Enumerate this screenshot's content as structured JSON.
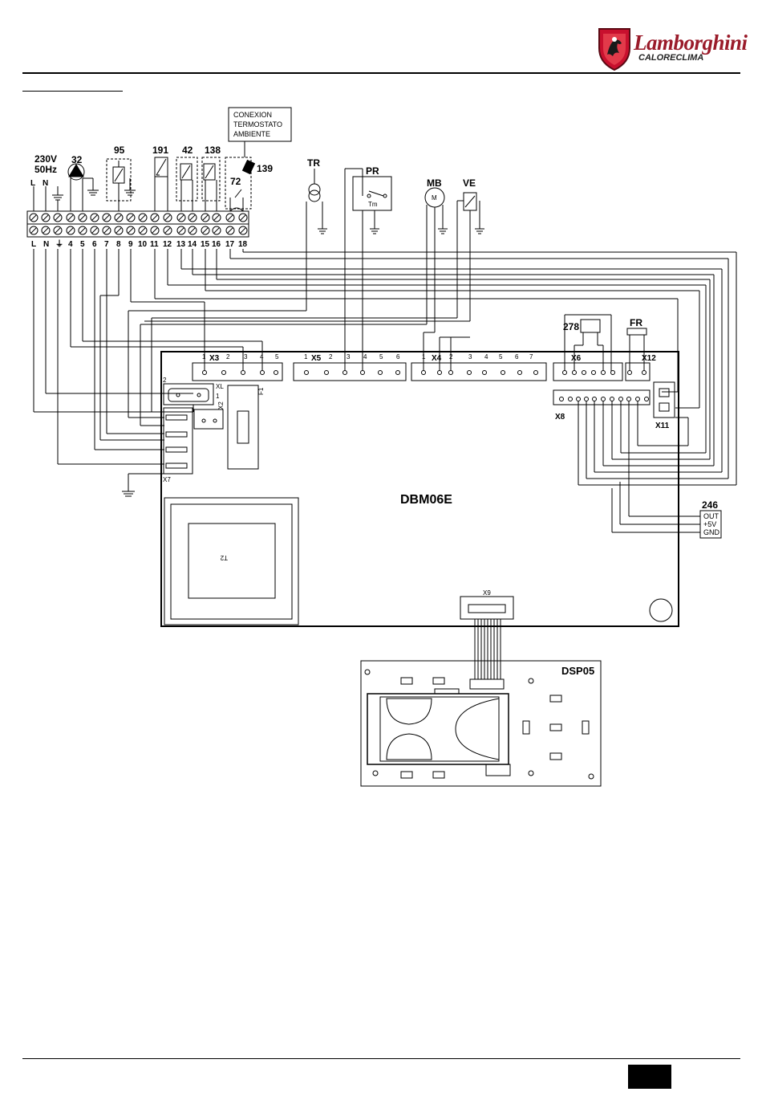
{
  "brand": {
    "name": "Lamborghini",
    "subtitle": "CALORECLIMA"
  },
  "page_number": "",
  "colors": {
    "line": "#000000",
    "brand_red": "#c8102e",
    "brand_text": "#9a1b2a"
  },
  "terminals": {
    "power_label": "230V",
    "freq_label": "50Hz",
    "top_marks": [
      "L",
      "N",
      "⏚"
    ],
    "bottom_labels": [
      "L",
      "N",
      "⏚",
      "4",
      "5",
      "6",
      "7",
      "8",
      "9",
      "10",
      "11",
      "12",
      "13",
      "14",
      "15",
      "16",
      "17",
      "18"
    ]
  },
  "components": {
    "pump": "32",
    "valve": "95",
    "sensor_191": "191",
    "sensor_42": "42",
    "sensor_138": "138",
    "thermostat_72": "72",
    "sensor_139": "139",
    "transformer": "TR",
    "pressure": "PR",
    "pressure_tm": "Tm",
    "fan": "MB",
    "fan_m": "M",
    "gas_valve": "VE",
    "flow": "FR",
    "switch_278": "278",
    "sensor_246": "246"
  },
  "ambient_box": [
    "CONEXION",
    "TERMOSTATO",
    "AMBIENTE"
  ],
  "board": {
    "name": "DBM06E",
    "connectors": {
      "x3": "X3",
      "x5": "X5",
      "x4": "X4",
      "x6": "X6",
      "x12": "X12",
      "x8": "X8",
      "x11": "X11",
      "x7": "X7",
      "x9": "X9",
      "xl": "XL",
      "x2": "X2",
      "f1": "F1",
      "t2": "T2"
    },
    "pin_numbers_x3": [
      "1",
      "2",
      "3",
      "4",
      "5"
    ],
    "pin_numbers_x5": [
      "1",
      "2",
      "3",
      "4",
      "5",
      "6"
    ],
    "pin_numbers_x4": [
      "1",
      "2",
      "3",
      "4",
      "5",
      "6",
      "7"
    ],
    "xl_pins": [
      "2",
      "1"
    ]
  },
  "sensor_246_pins": [
    "OUT",
    "+5V",
    "GND"
  ],
  "display": {
    "name": "DSP05"
  }
}
